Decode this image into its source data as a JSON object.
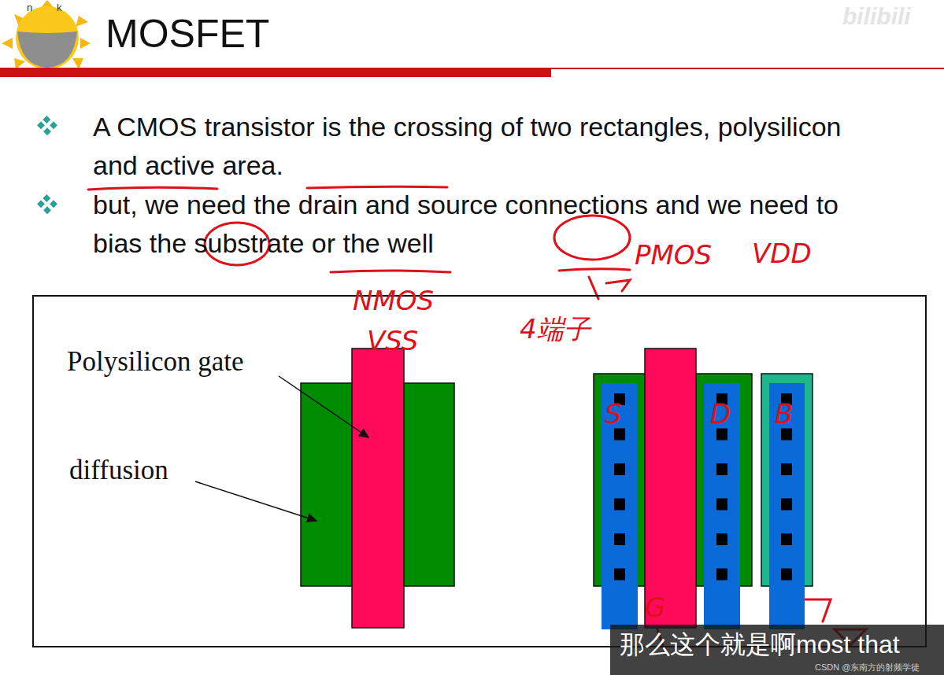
{
  "diagram": {
    "title": "MOSFET",
    "nodes": [
      {
        "text": [
          "那么这个就是啊most that"
        ]
      }
    ],
    "labels": [
      "n",
      "k",
      "A CMOS transistor is the crossing of two rectangles, polysilicon and active area.",
      "but, we need the drain and source connections and we need to bias the substrate or the well",
      "NMOS",
      "VSS",
      "PMOS",
      "VDD",
      "4端子",
      "Polysilicon gate",
      "diffusion",
      "S",
      "D",
      "B",
      "G",
      "bilibili",
      "CSDN @东南方的射频学徒"
    ]
  }
}
